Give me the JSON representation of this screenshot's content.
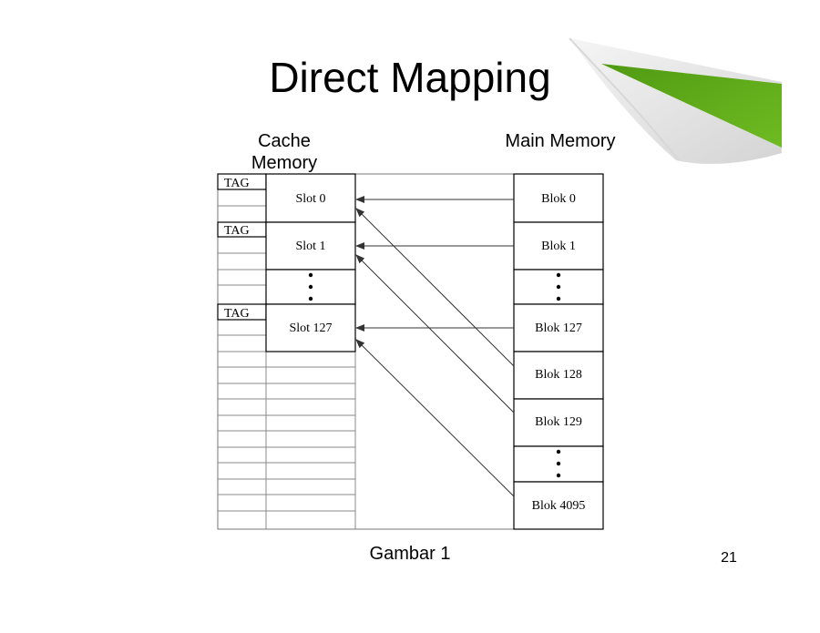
{
  "title": "Direct Mapping",
  "labels": {
    "cache_line1": "Cache",
    "cache_line2": "Memory",
    "main": "Main Memory"
  },
  "cache": {
    "tag_label": "TAG",
    "slots": [
      "Slot 0",
      "Slot 1",
      "Slot 127"
    ]
  },
  "main_memory": {
    "blocks": [
      "Blok 0",
      "Blok 1",
      "Blok 127",
      "Blok 128",
      "Blok 129",
      "Blok 4095"
    ]
  },
  "caption": "Gambar 1",
  "page_number": "21",
  "colors": {
    "curl_green": "#5ea81a",
    "line": "#333333"
  }
}
